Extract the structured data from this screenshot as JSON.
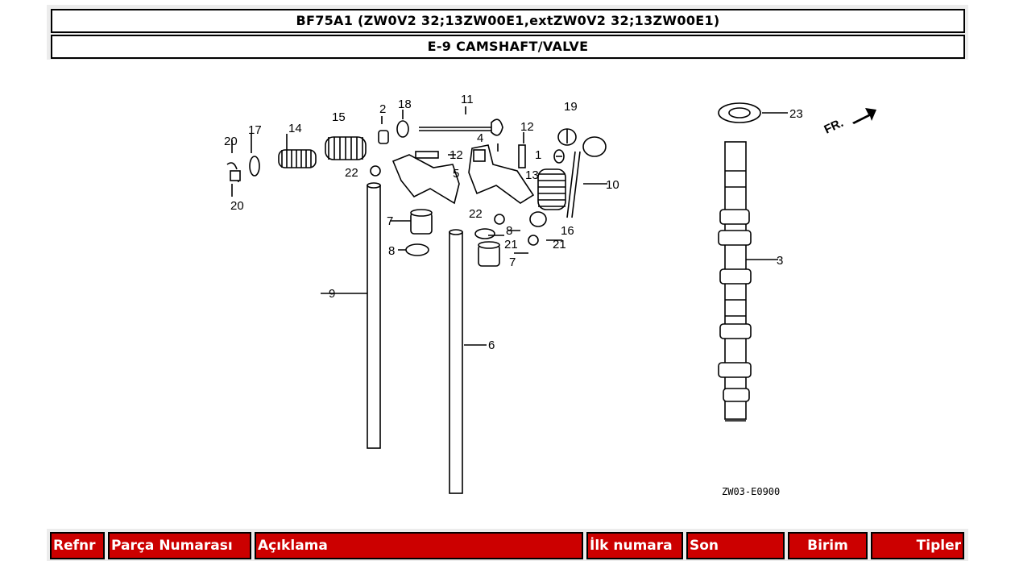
{
  "header": {
    "model_title": "BF75A1 (ZW0V2 32;13ZW00E1,extZW0V2 32;13ZW00E1)",
    "section_title": "E-9 CAMSHAFT/VALVE"
  },
  "diagram": {
    "part_labels": [
      "20",
      "17",
      "14",
      "15",
      "2",
      "18",
      "11",
      "19",
      "12",
      "4",
      "1",
      "12",
      "22",
      "5",
      "13",
      "10",
      "20",
      "7",
      "22",
      "8",
      "16",
      "21",
      "21",
      "8",
      "7",
      "9",
      "6",
      "23",
      "3"
    ],
    "direction_label": "FR.",
    "drawing_code": "ZW03-E0900"
  },
  "table": {
    "columns": [
      "Refnr",
      "Parça Numarası",
      "Açıklama",
      "İlk numara",
      "Son",
      "Birim",
      "Tipler"
    ]
  },
  "colors": {
    "header_red": "#cc0000",
    "frame_gray": "#ececec"
  }
}
